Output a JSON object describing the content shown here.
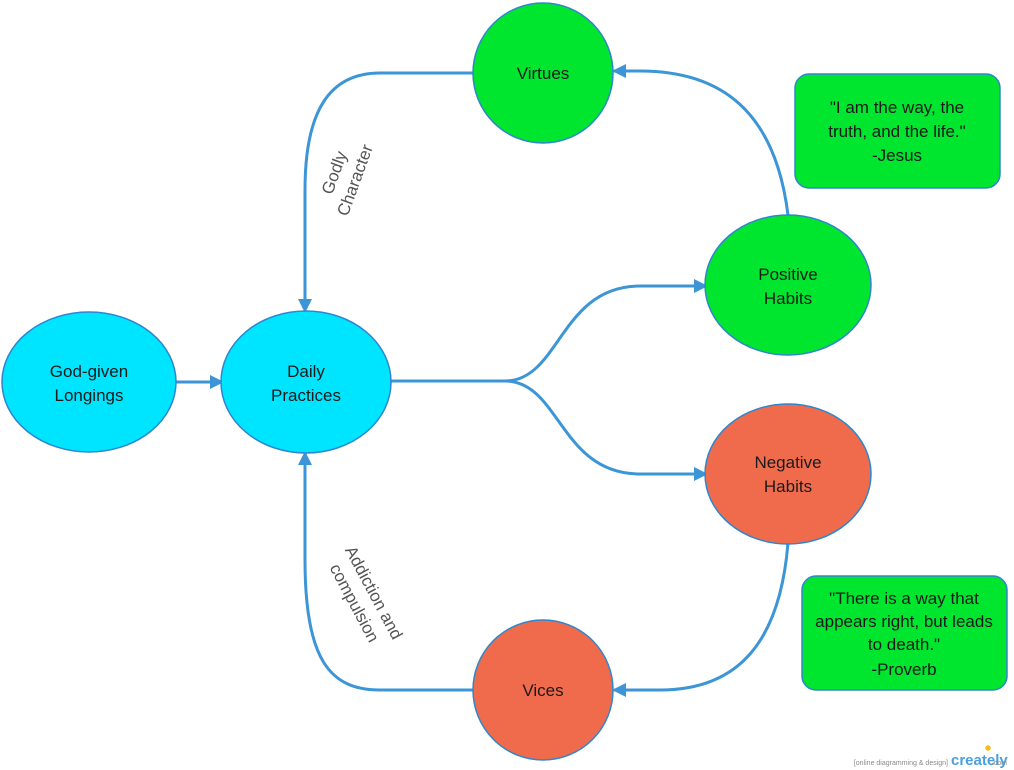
{
  "colors": {
    "cyan": "#00E5FF",
    "green": "#00E52E",
    "coral": "#F06B4C",
    "edge": "#3B95D6",
    "node_stroke": "#2E86CF"
  },
  "nodes": {
    "longings": {
      "line1": "God-given",
      "line2": "Longings"
    },
    "practices": {
      "line1": "Daily",
      "line2": "Practices"
    },
    "virtues": {
      "line1": "Virtues"
    },
    "positive": {
      "line1": "Positive",
      "line2": "Habits"
    },
    "negative": {
      "line1": "Negative",
      "line2": "Habits"
    },
    "vices": {
      "line1": "Vices"
    }
  },
  "edge_labels": {
    "godly_line1": "Godly",
    "godly_line2": "Character",
    "addiction_line1": "Addiction and",
    "addiction_line2": "compulsion"
  },
  "quotes": {
    "jesus": {
      "line1": "\"I am the way, the",
      "line2": "truth, and the life.\"",
      "line3": "-Jesus"
    },
    "proverb": {
      "line1": "\"There is a way that",
      "line2": "appears right, but leads",
      "line3": "to death.\"",
      "line4": "-Proverb"
    }
  },
  "watermark": {
    "tagline": "[online diagramming & design]",
    "brand": "creately",
    "suffix": ".com"
  }
}
